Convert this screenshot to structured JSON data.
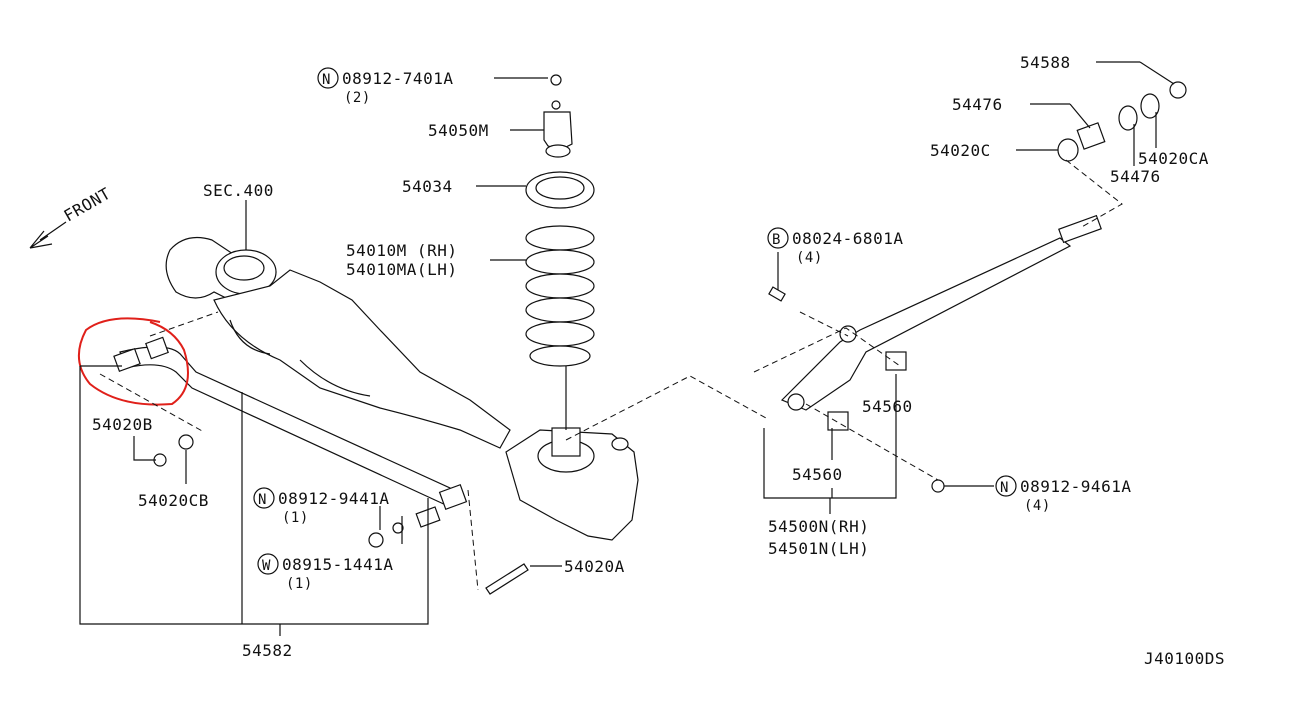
{
  "diagram": {
    "front": "FRONT",
    "sec": "SEC.400",
    "code": "J40100DS",
    "parts": {
      "p1_circle": "N",
      "p1_num": "08912-7401A",
      "p1_qty": "(2)",
      "p2": "54050M",
      "p3": "54034",
      "p4a": "54010M (RH)",
      "p4b": "54010MA(LH)",
      "p5": "54588",
      "p6": "54476",
      "p7": "54020C",
      "p8": "54020CA",
      "p9": "54476",
      "p10_circle": "B",
      "p10_num": "08024-6801A",
      "p10_qty": "(4)",
      "p11": "54020B",
      "p12": "54020CB",
      "p13_circle": "N",
      "p13_num": "08912-9441A",
      "p13_qty": "(1)",
      "p14_circle": "W",
      "p14_num": "08915-1441A",
      "p14_qty": "(1)",
      "p15": "54582",
      "p16": "54020A",
      "p17": "54560",
      "p18": "54560",
      "p19_circle": "N",
      "p19_num": "08912-9461A",
      "p19_qty": "(4)",
      "p20a": "54500N(RH)",
      "p20b": "54501N(LH)"
    }
  }
}
